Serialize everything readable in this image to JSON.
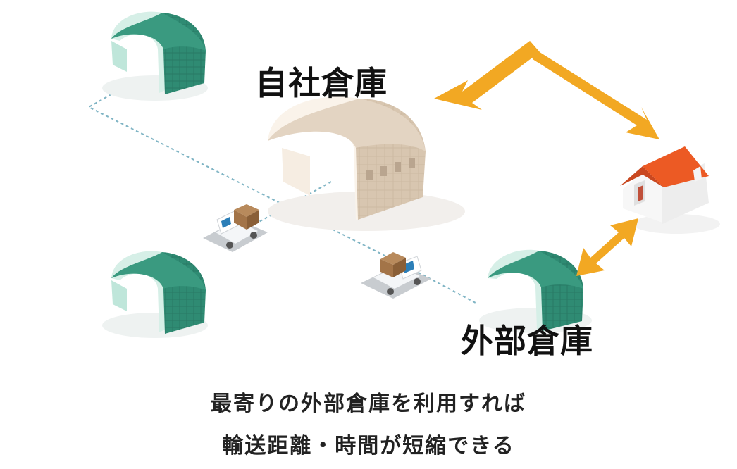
{
  "labels": {
    "own_warehouse": "自社倉庫",
    "external_warehouse": "外部倉庫"
  },
  "caption": {
    "line1": "最寄りの外部倉庫を利用すれば",
    "line2": "輸送距離・時間が短縮できる"
  },
  "colors": {
    "green_warehouse": "#2e8a72",
    "green_light": "#d3eee6",
    "beige_warehouse": "#d9c8b4",
    "arrow": "#f2a823",
    "roof": "#ec5a24",
    "route_line": "#7fb4c4"
  },
  "icons": {
    "warehouse_green": "warehouse-icon",
    "warehouse_own": "warehouse-icon",
    "truck": "truck-icon",
    "house": "house-icon",
    "arrow": "double-arrow-icon"
  }
}
